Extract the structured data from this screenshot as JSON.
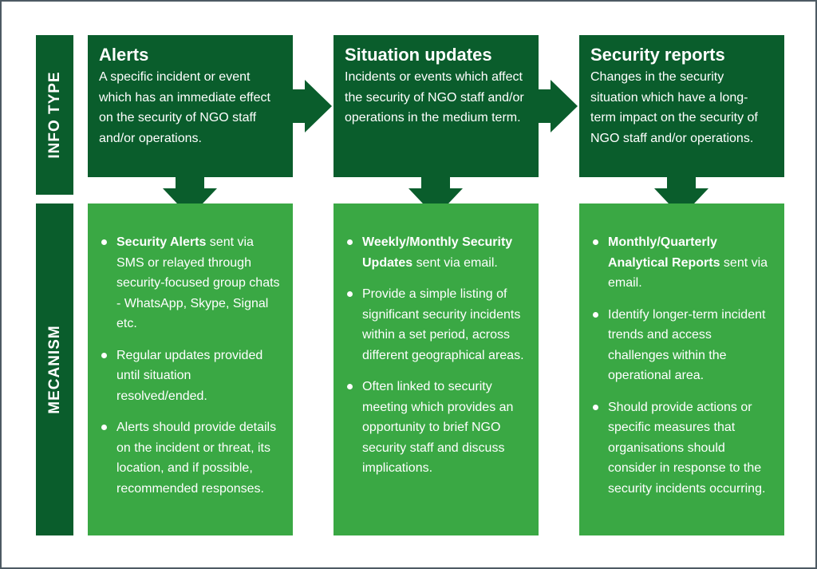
{
  "side_labels": {
    "top": "INFO TYPE",
    "bottom": "MECANISM"
  },
  "columns": [
    {
      "title": "Alerts",
      "description": "A specific incident or event which has an immediate effect on the security of NGO staff and/or operations.",
      "items": [
        {
          "bold": "Security Alerts",
          "text": " sent via SMS or relayed through security-focused group chats - WhatsApp, Skype, Signal etc."
        },
        {
          "bold": "",
          "text": "Regular updates provided until situation resolved/ended."
        },
        {
          "bold": "",
          "text": "Alerts should provide details on the incident or threat, its location, and if possible, recommended responses."
        }
      ]
    },
    {
      "title": "Situation updates",
      "description": "Incidents or events which affect the security of NGO staff and/or operations in the medium term.",
      "items": [
        {
          "bold": "Weekly/Monthly Security Updates",
          "text": " sent via email."
        },
        {
          "bold": "",
          "text": "Provide a simple listing of significant security incidents within a set period, across different geographical areas."
        },
        {
          "bold": "",
          "text": "Often linked to security meeting which provides an opportunity to brief NGO security staff and discuss implications."
        }
      ]
    },
    {
      "title": "Security reports",
      "description": "Changes in the security situation which have a long-term impact on the security of NGO staff and/or operations.",
      "items": [
        {
          "bold": "Monthly/Quarterly Analytical Reports",
          "text": " sent via email."
        },
        {
          "bold": "",
          "text": "Identify longer-term incident trends and access challenges within the operational area."
        },
        {
          "bold": "",
          "text": "Should provide actions or specific measures that organisations should consider in response to the security incidents occurring."
        }
      ]
    }
  ],
  "colors": {
    "dark_green": "#0a5d2c",
    "light_green": "#3aa844",
    "border": "#4d5a63"
  }
}
